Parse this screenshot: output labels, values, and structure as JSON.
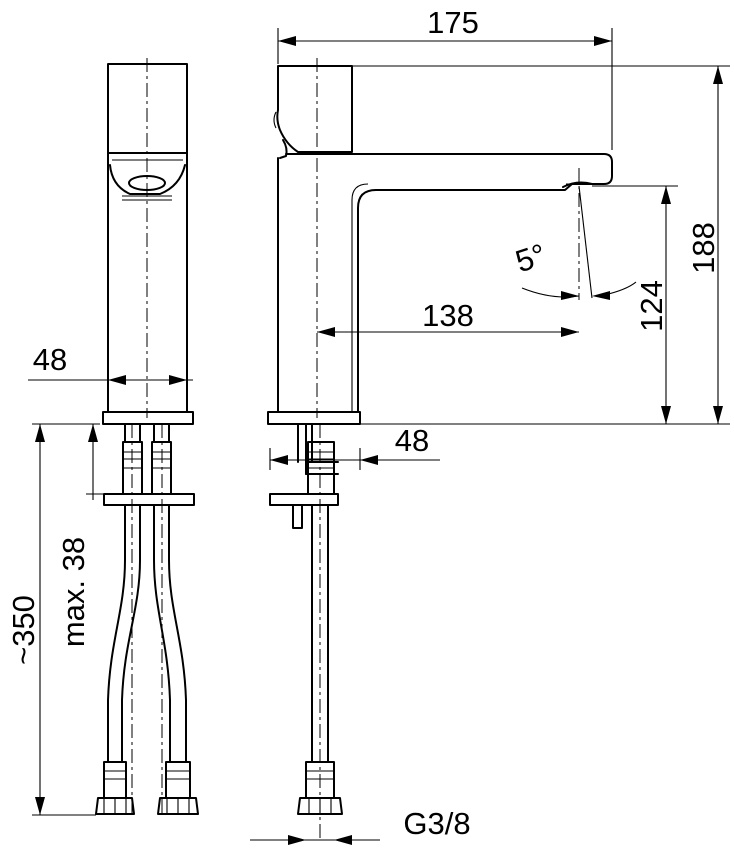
{
  "dimensions": {
    "overall_length": "175",
    "overall_height": "188",
    "spout_height": "124",
    "spout_reach": "138",
    "front_width": "48",
    "base_width": "48",
    "tilt_angle": "5°",
    "hose_length": "~350",
    "max_thickness": "max. 38",
    "thread": "G3/8"
  },
  "colors": {
    "line": "#000000",
    "background": "#ffffff"
  }
}
